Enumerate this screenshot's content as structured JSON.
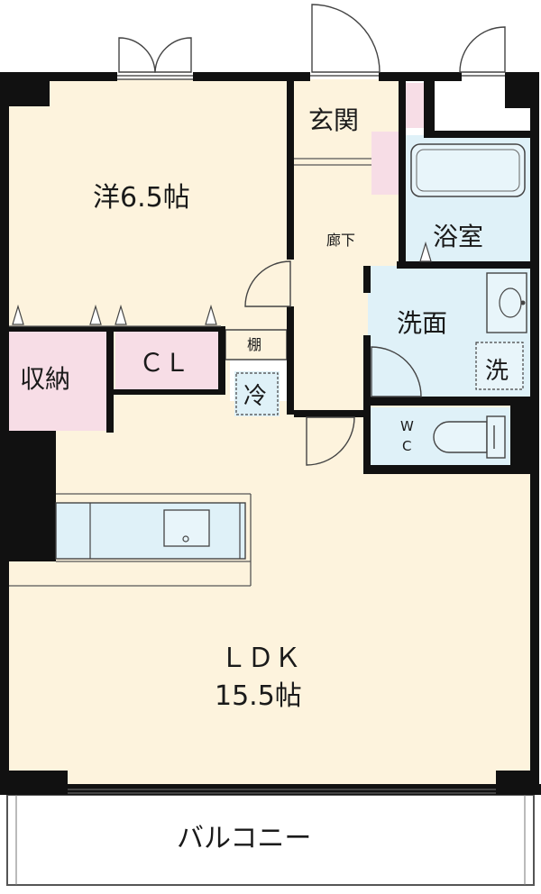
{
  "rooms": {
    "western": "洋6.5帖",
    "entrance": "玄関",
    "hallway": "廊下",
    "bath": "浴室",
    "washroom": "洗面",
    "wc_top": "W",
    "wc_bottom": "C",
    "storage": "収納",
    "closet": "ＣＬ",
    "shelf": "棚",
    "fridge": "冷",
    "washer": "洗",
    "ldk_name": "ＬＤＫ",
    "ldk_size": "15.5帖",
    "balcony": "バルコニー"
  },
  "colors": {
    "floor": "#fdf3dd",
    "wall": "#111111",
    "wet_area": "#dff1f8",
    "closet": "#f7dde6",
    "line": "#555555"
  }
}
